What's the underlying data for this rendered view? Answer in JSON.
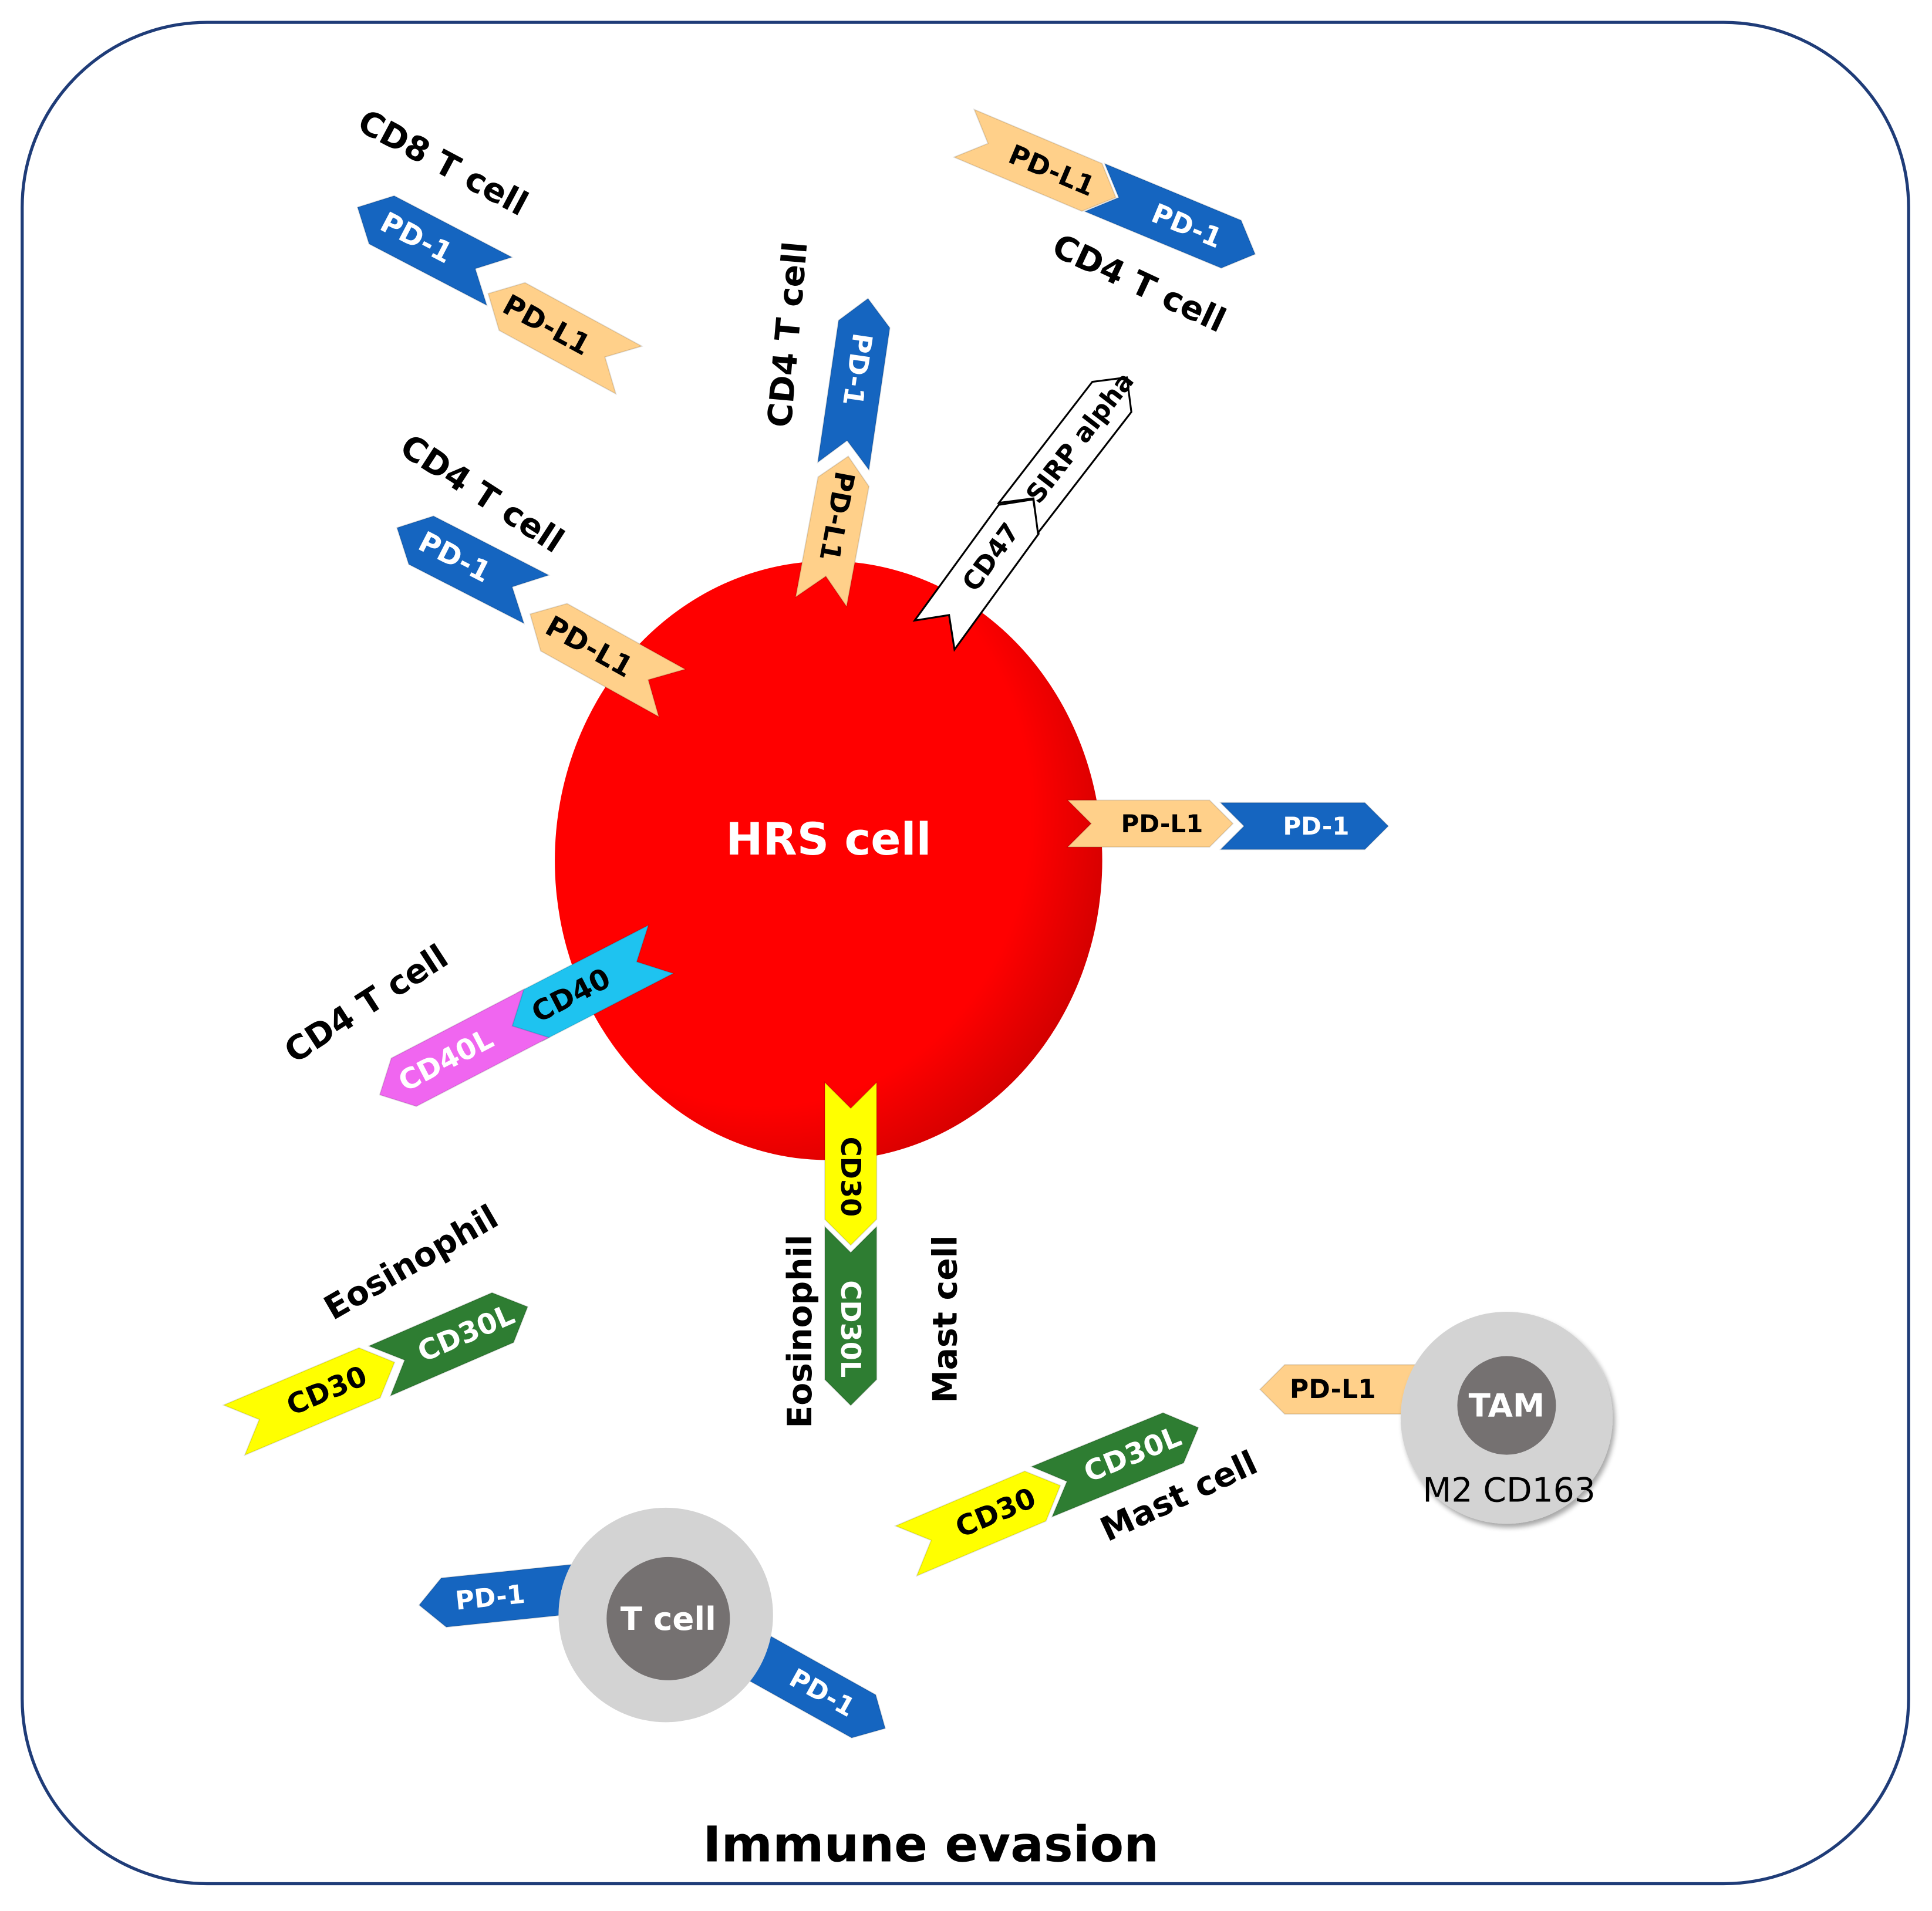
{
  "title": "Immune evasion",
  "center_cell": "HRS cell",
  "colors": {
    "frame": "#1f3c78",
    "hrs_red": "#ff0000",
    "hrs_dark": "#d60000",
    "pd1": "#1565c0",
    "pdl1": "#ffd08a",
    "cd30": "#ffff00",
    "cd30l": "#2e7d32",
    "cd40": "#1ec3f0",
    "cd40l": "#f066f0",
    "cell_outer": "#d3d3d3",
    "cell_inner": "#757171"
  },
  "cell_labels": {
    "cd8_t_cell": "CD8 T cell",
    "cd4_t_cell_top_right": "CD4  T cell",
    "cd4_t_cell_top": "CD4  T cell",
    "cd4_t_cell_left": "CD4 T cell",
    "cd4_t_cell_lower_left": "CD4 T cell",
    "eosinophil_left": "Eosinophil",
    "eosinophil_center": "Eosinophil",
    "mast_cell_center": "Mast cell",
    "mast_cell_right": "Mast cell",
    "m2_cd163": "M2 CD163"
  },
  "cells": {
    "t_cell": "T cell",
    "tam": "TAM"
  },
  "molecules": {
    "pd1": "PD-1",
    "pdl1": "PD-L1",
    "cd47": "CD47",
    "sirp_alpha": "SIRP alpha",
    "cd30": "CD30",
    "cd30l": "CD30L",
    "cd40": "CD40",
    "cd40l": "CD40L"
  }
}
